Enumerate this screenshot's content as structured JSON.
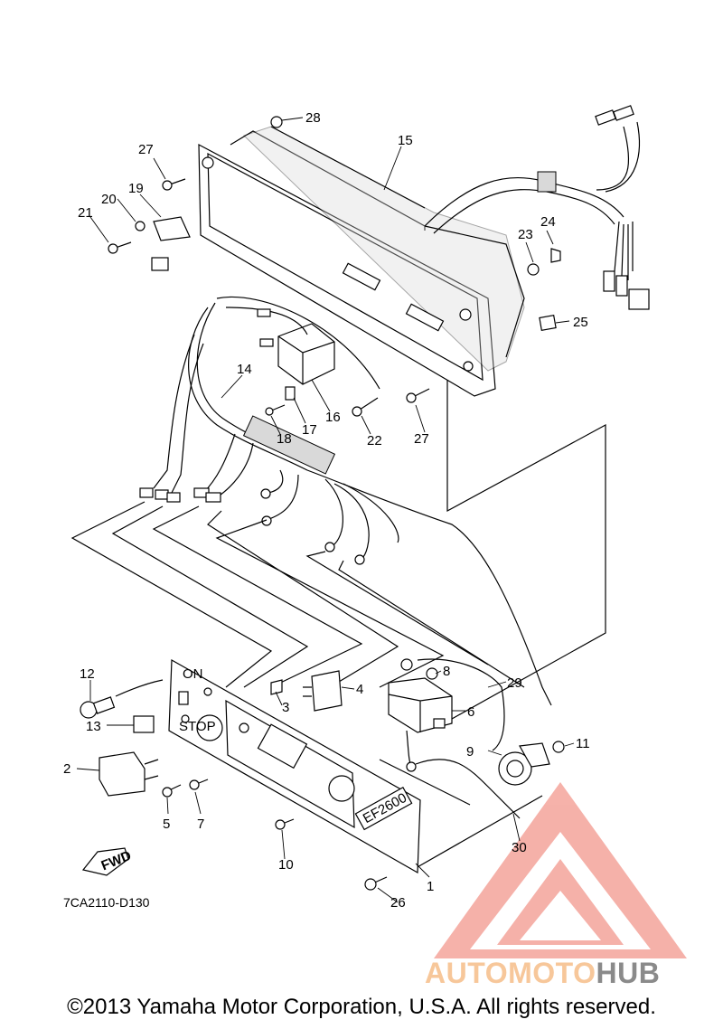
{
  "diagram": {
    "callouts": [
      "1",
      "2",
      "3",
      "4",
      "5",
      "6",
      "7",
      "8",
      "9",
      "10",
      "11",
      "12",
      "13",
      "14",
      "15",
      "16",
      "17",
      "18",
      "19",
      "20",
      "21",
      "22",
      "23",
      "24",
      "25",
      "26",
      "27",
      "27",
      "28",
      "29",
      "30"
    ],
    "ref_code": "7CA2110-D130",
    "fwd_label": "FWD",
    "panel_text": {
      "model": "EF2600",
      "on": "ON",
      "stop": "STOP"
    }
  },
  "footer": {
    "copyright": "©2013 Yamaha Motor Corporation, U.S.A. All rights reserved."
  },
  "watermark": {
    "part1": "AUTOMOTO",
    "part2": "HUB",
    "colors": {
      "triangle": "#f4a49b",
      "text_orange": "#f7c79a",
      "text_gray": "#8a8a8a"
    }
  }
}
